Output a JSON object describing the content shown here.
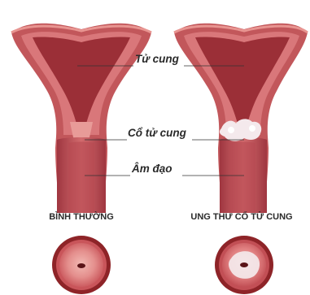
{
  "labels": {
    "uterus": "Tử cung",
    "cervix": "Cổ tử cung",
    "vagina": "Âm đạo"
  },
  "captions": {
    "normal": "BÌNH THƯỜNG",
    "cancer": "UNG THƯ CỔ TỬ CUNG"
  },
  "colors": {
    "tissue_outer": "#c2575b",
    "tissue_mid": "#d9777a",
    "tissue_light": "#eba7a4",
    "cavity": "#9b2f37",
    "ring_dark": "#8e2428",
    "lesion": "#f4e9ec"
  }
}
